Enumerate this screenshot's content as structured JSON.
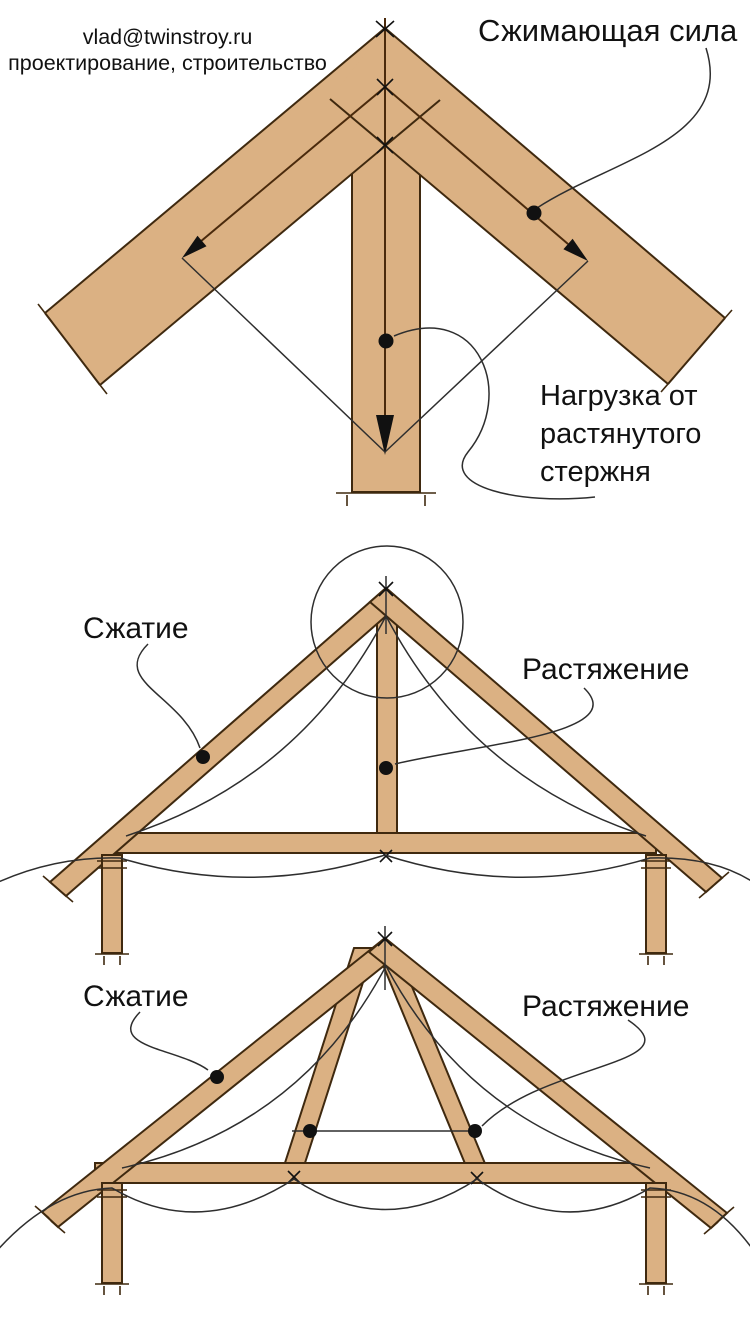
{
  "header": {
    "email": "vlad@twinstroy.ru",
    "tagline": "проектирование, строительство"
  },
  "ridge_diagram": {
    "compressive_force_label": "Сжимающая сила",
    "tension_rod_load_label": "Нагрузка от\nрастянутого\nстержня"
  },
  "king_post_truss": {
    "compression_label": "Сжатие",
    "tension_label": "Растяжение"
  },
  "strut_truss": {
    "compression_label": "Сжатие",
    "tension_label": "Растяжение"
  },
  "colors": {
    "wood_fill": "#dbb183",
    "wood_outline": "#3f290f",
    "line": "#2e2e2e",
    "black": "#111111",
    "centerline": "#4a2a0c",
    "background": "#ffffff"
  }
}
